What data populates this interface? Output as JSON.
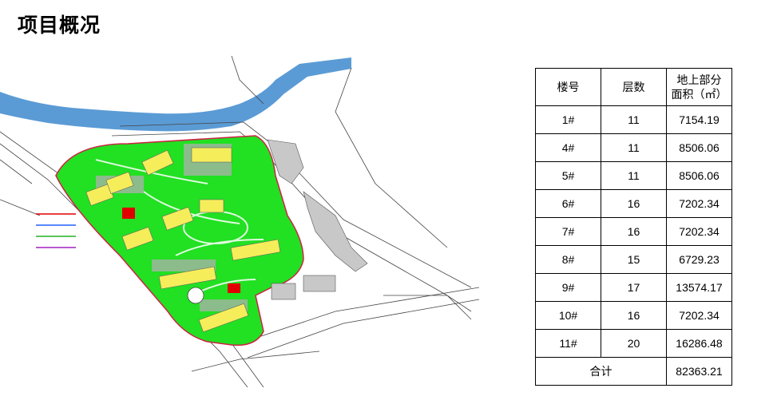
{
  "page": {
    "title": "项目概况"
  },
  "table": {
    "headers": [
      "楼号",
      "层数",
      "地上部分\n面积（㎡）"
    ],
    "header_line1": "地上部分",
    "header_line2": "面积（㎡）",
    "rows": [
      {
        "building": "1#",
        "floors": "11",
        "area": "7154.19"
      },
      {
        "building": "4#",
        "floors": "11",
        "area": "8506.06"
      },
      {
        "building": "5#",
        "floors": "11",
        "area": "8506.06"
      },
      {
        "building": "6#",
        "floors": "16",
        "area": "7202.34"
      },
      {
        "building": "7#",
        "floors": "16",
        "area": "7202.34"
      },
      {
        "building": "8#",
        "floors": "15",
        "area": "6729.23"
      },
      {
        "building": "9#",
        "floors": "17",
        "area": "13574.17"
      },
      {
        "building": "10#",
        "floors": "16",
        "area": "7202.34"
      },
      {
        "building": "11#",
        "floors": "20",
        "area": "16286.48"
      }
    ],
    "total_label": "合计",
    "total_area": "82363.21"
  },
  "colors": {
    "site_green": "#22e022",
    "building_yellow": "#f5ee5a",
    "river_blue": "#5b9bd5",
    "marker_red": "#e00000"
  }
}
